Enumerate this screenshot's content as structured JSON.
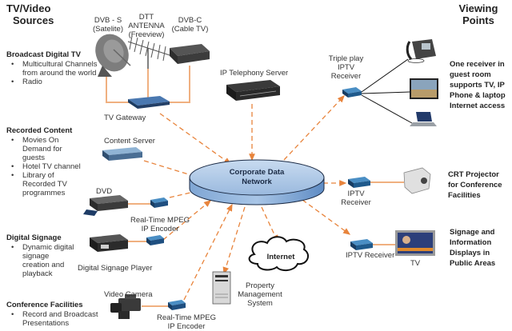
{
  "headers": {
    "left": [
      "TV/Video",
      "Sources"
    ],
    "right": [
      "Viewing",
      "Points"
    ]
  },
  "network": {
    "label_line1": "Corporate Data",
    "label_line2": "Network",
    "fill": "#a9c4e4",
    "edge": "#6f9bd0"
  },
  "sections": [
    {
      "title": "Broadcast Digital TV",
      "items": [
        "Multicultural Channels from around the world",
        "Radio"
      ]
    },
    {
      "title": "Recorded Content",
      "items": [
        "Movies On Demand for guests",
        "Hotel TV channel",
        "Library of Recorded TV programmes"
      ]
    },
    {
      "title": "Digital Signage",
      "items": [
        "Dynamic digital signage creation and playback"
      ]
    },
    {
      "title": "Conference Facilities",
      "items": [
        "Record and Broadcast Presentations"
      ]
    }
  ],
  "devices": {
    "dvb_s": [
      "DVB - S",
      "(Satelite)"
    ],
    "dtt": [
      "DTT",
      "ANTENNA",
      "(Freeview)"
    ],
    "dvb_c": [
      "DVB-C",
      "(Cable TV)"
    ],
    "tv_gateway": "TV Gateway",
    "ip_telephony": "IP Telephony Server",
    "content_server": "Content Server",
    "dvd": "DVD",
    "encoder1": [
      "Real-Time MPEG",
      "IP Encoder"
    ],
    "signage_player": "Digital Signage Player",
    "video_camera": "Video Camera",
    "encoder2": [
      "Real-Time MPEG",
      "IP Encoder"
    ],
    "pms": [
      "Property",
      "Management",
      "System"
    ],
    "internet": "Internet",
    "triple_play": [
      "Triple play",
      "IPTV",
      "Receiver"
    ],
    "iptv_receiver_1": [
      "IPTV",
      "Receiver"
    ],
    "iptv_receiver_2": "IPTV Receiver",
    "tv": "TV"
  },
  "viewing_points": {
    "guest_room": [
      "One receiver in",
      "guest room",
      "supports TV, IP",
      "Phone & laptop",
      "Internet access"
    ],
    "projector": [
      "CRT Projector",
      "for Conference",
      "Facilities"
    ],
    "signage": [
      "Signage and",
      "Information",
      "Displays in",
      "Public Areas"
    ]
  },
  "colors": {
    "arrow": "#e8843c",
    "link": "#f0b080",
    "device_blue": "#2f6fa6"
  }
}
